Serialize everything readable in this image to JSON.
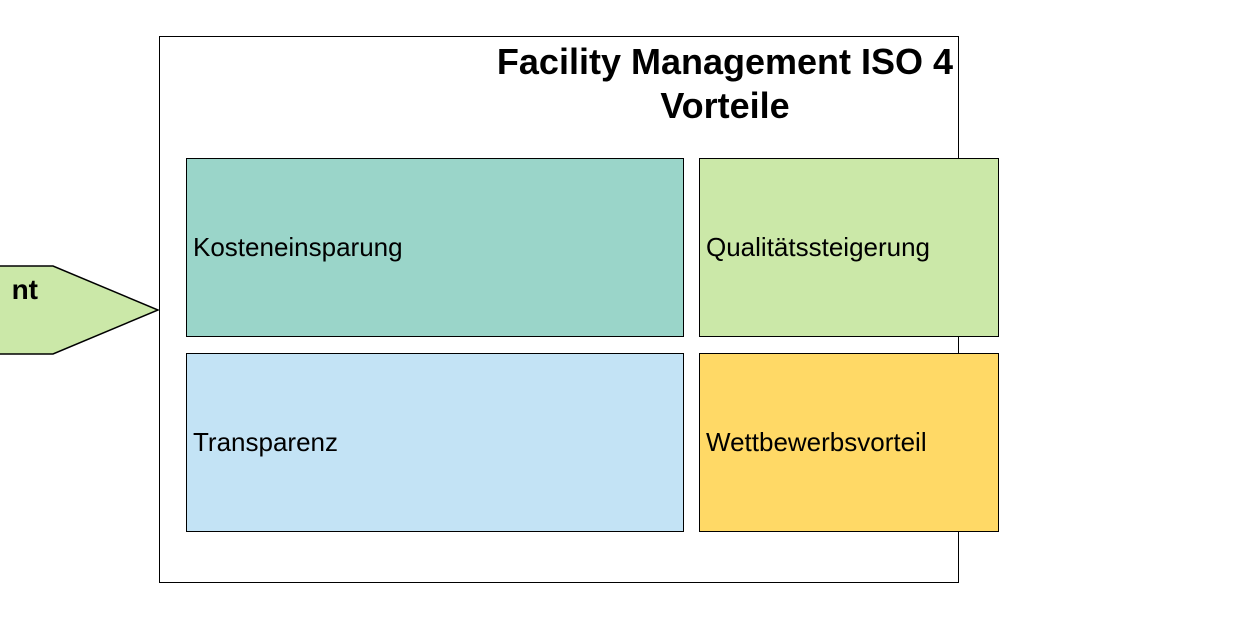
{
  "arrow": {
    "label": "nt",
    "fill": "#cbe8a8",
    "stroke": "#000000"
  },
  "frame": {
    "title_line1": "Facility Management ISO 4",
    "title_line2": "Vorteile"
  },
  "boxes": [
    {
      "label": "Kosteneinsparung",
      "color": "#9ad5c9"
    },
    {
      "label": "Qualitätssteigerung",
      "color": "#cbe8a8"
    },
    {
      "label": "Transparenz",
      "color": "#c3e3f5"
    },
    {
      "label": "Wettbewerbsvorteil",
      "color": "#ffd966"
    }
  ]
}
